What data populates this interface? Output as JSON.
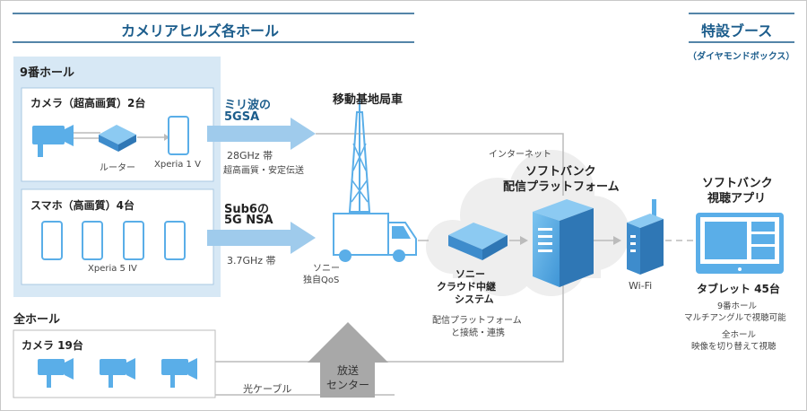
{
  "header": {
    "left_title": "カメリアヒルズ各ホール",
    "right_title": "特設ブース",
    "right_subtitle": "（ダイヤモンドボックス）"
  },
  "hall9": {
    "title": "9番ホール",
    "camera_box_title": "カメラ（超高画質）2台",
    "router_label": "ルーター",
    "device_label": "Xperia 1 V",
    "phone_box_title": "スマホ（高画質）4台",
    "phone_label": "Xperia 5 IV"
  },
  "all_halls": {
    "title": "全ホール",
    "camera_box_title": "カメラ 19台",
    "fiber_label": "光ケーブル",
    "broadcast_center": [
      "放送",
      "センター"
    ]
  },
  "links": {
    "mmwave_title": [
      "ミリ波の",
      "5GSA"
    ],
    "mmwave_freq": "28GHz 帯",
    "mmwave_desc": "超高画質・安定伝送",
    "sub6_title": [
      "Sub6の",
      "5G NSA"
    ],
    "sub6_freq": "3.7GHz 帯",
    "sony_qos": [
      "ソニー",
      "独自QoS"
    ]
  },
  "network": {
    "base_station": "移動基地局車",
    "internet": "インターネット",
    "platform_title": [
      "ソフトバンク",
      "配信プラットフォーム"
    ],
    "relay_title": [
      "ソニー",
      "クラウド中継",
      "システム"
    ],
    "relay_desc": [
      "配信プラットフォーム",
      "と接続・連携"
    ],
    "wifi": "Wi-Fi"
  },
  "booth": {
    "app_title": [
      "ソフトバンク",
      "視聴アプリ"
    ],
    "tablet_title": "タブレット 45台",
    "note1": [
      "9番ホール",
      "マルチアングルで視聴可能"
    ],
    "note2": [
      "全ホール",
      "映像を切り替えて視聴"
    ]
  },
  "colors": {
    "heading_blue": "#1c5d8c",
    "arrow_blue": "#9fcbec",
    "panel_blue": "#d7e8f5",
    "device_blue": "#5aaee8",
    "cloud_gray": "#eeeeee",
    "broadcast_gray": "#a8a8a8"
  }
}
